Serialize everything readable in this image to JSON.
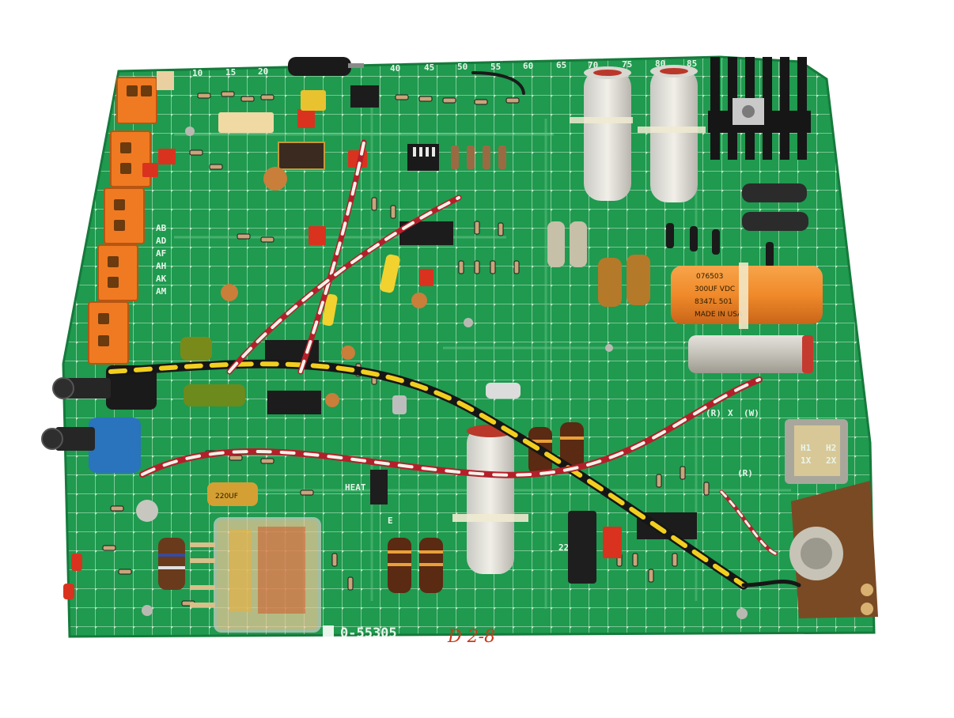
{
  "board": {
    "part_number": "0-55305",
    "handwritten_mark": "D 2-8",
    "colors": {
      "pcb": "#1f9a4f",
      "pcb_dark": "#167a3c",
      "trace": "#bfe8c8",
      "terminal": "#f07a22",
      "wire_red": "#b3202a",
      "wire_yellow": "#f2cf1f",
      "wire_black": "#161616",
      "wire_white": "#f4f2ea",
      "cap_orange": "#f08a2a",
      "ic_black": "#1c1c1c"
    }
  },
  "scale_numbers": [
    "10",
    "15",
    "20",
    "40",
    "45",
    "50",
    "55",
    "60",
    "65",
    "70",
    "75",
    "80",
    "85"
  ],
  "edge_labels": [
    "AB",
    "AD",
    "AF",
    "AH",
    "AK",
    "AM"
  ],
  "right_labels": {
    "r1": "(R)",
    "x": "X",
    "w": "(W)",
    "r2": "(R)",
    "h1": "H1",
    "h2": "H2",
    "x1": "1X",
    "x2": "2X"
  },
  "capacitor_orange": {
    "line1": "076503",
    "line2": "300UF   VDC",
    "line3": "8347L   501",
    "line4": "MADE IN USA"
  },
  "misc_labels": {
    "heat": "HEAT",
    "e": "E",
    "twenty_two": "22",
    "yellow_cap": "220UF"
  },
  "icons": [
    "terminal-block-icon",
    "heatsink-icon",
    "potentiometer-icon",
    "relay-icon",
    "transformer-icon"
  ]
}
